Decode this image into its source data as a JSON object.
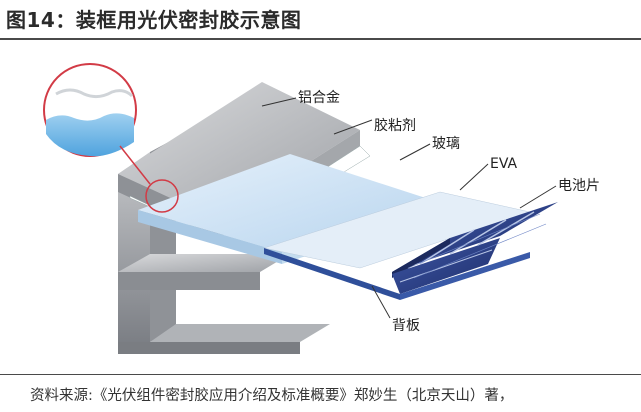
{
  "header": {
    "title": "图14：装框用光伏密封胶示意图"
  },
  "diagram": {
    "labels": {
      "aluminum": "铝合金",
      "sealant": "胶粘剂",
      "glass": "玻璃",
      "eva": "EVA",
      "cell": "电池片",
      "backsheet": "背板"
    }
  },
  "footer": {
    "source": "资料来源:《光伏组件密封胶应用介绍及标准概要》郑妙生（北京天山）著，"
  },
  "colors": {
    "glass": "#cfe4f4",
    "eva_edge": "#2f4f9a",
    "cell": "#2b3f86",
    "aluminum": "#b9bcc0",
    "callout": "#d23b46"
  }
}
